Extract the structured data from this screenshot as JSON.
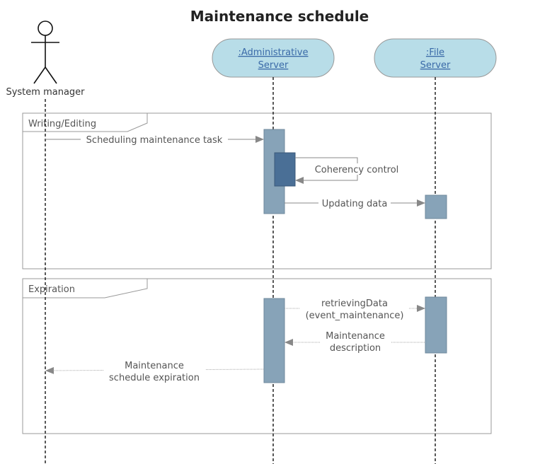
{
  "diagram": {
    "title": "Maintenance schedule",
    "actor": {
      "label": "System manager"
    },
    "lifelines": [
      {
        "line1": ":Administrative",
        "line2": "Server"
      },
      {
        "line1": ":File",
        "line2": "Server"
      }
    ],
    "frames": [
      {
        "label": "Writing/Editing"
      },
      {
        "label": "Expiration"
      }
    ],
    "messages": {
      "scheduling": "Scheduling maintenance task",
      "coherency": "Coherency control",
      "updating": "Updating data",
      "retrieving_line1": "retrievingData",
      "retrieving_line2": "(event_maintenance)",
      "description_line1": "Maintenance",
      "description_line2": "description",
      "expiration_line1": "Maintenance",
      "expiration_line2": "schedule expiration"
    },
    "colors": {
      "lifeline_fill": "#b8dde8",
      "activation_fill": "#87a3b8",
      "nested_activation_fill": "#4a6f96",
      "frame_stroke": "#999999",
      "arrow": "#888888"
    }
  }
}
